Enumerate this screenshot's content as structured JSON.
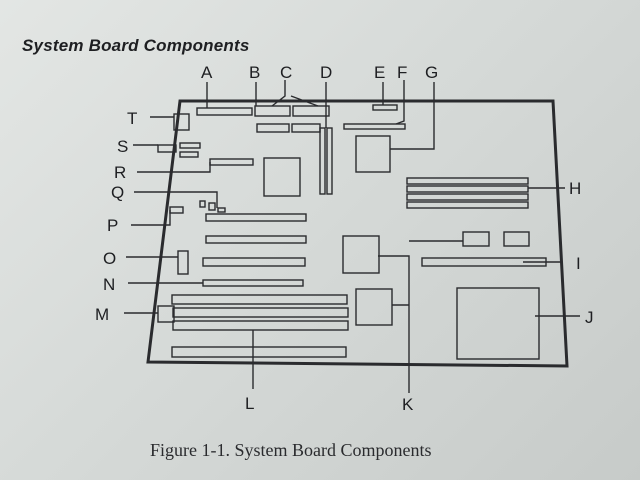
{
  "heading": "System Board Components",
  "caption": "Figure 1-1.  System Board Components",
  "callouts": {
    "A": "A",
    "B": "B",
    "C": "C",
    "D": "D",
    "E": "E",
    "F": "F",
    "G": "G",
    "H": "H",
    "I": "I",
    "J": "J",
    "K": "K",
    "L": "L",
    "M": "M",
    "N": "N",
    "O": "O",
    "P": "P",
    "Q": "Q",
    "R": "R",
    "S": "S",
    "T": "T"
  },
  "colors": {
    "ink": "#1e1f22",
    "paper": "#dcdfdd",
    "board_line": "#2a2b2e"
  }
}
